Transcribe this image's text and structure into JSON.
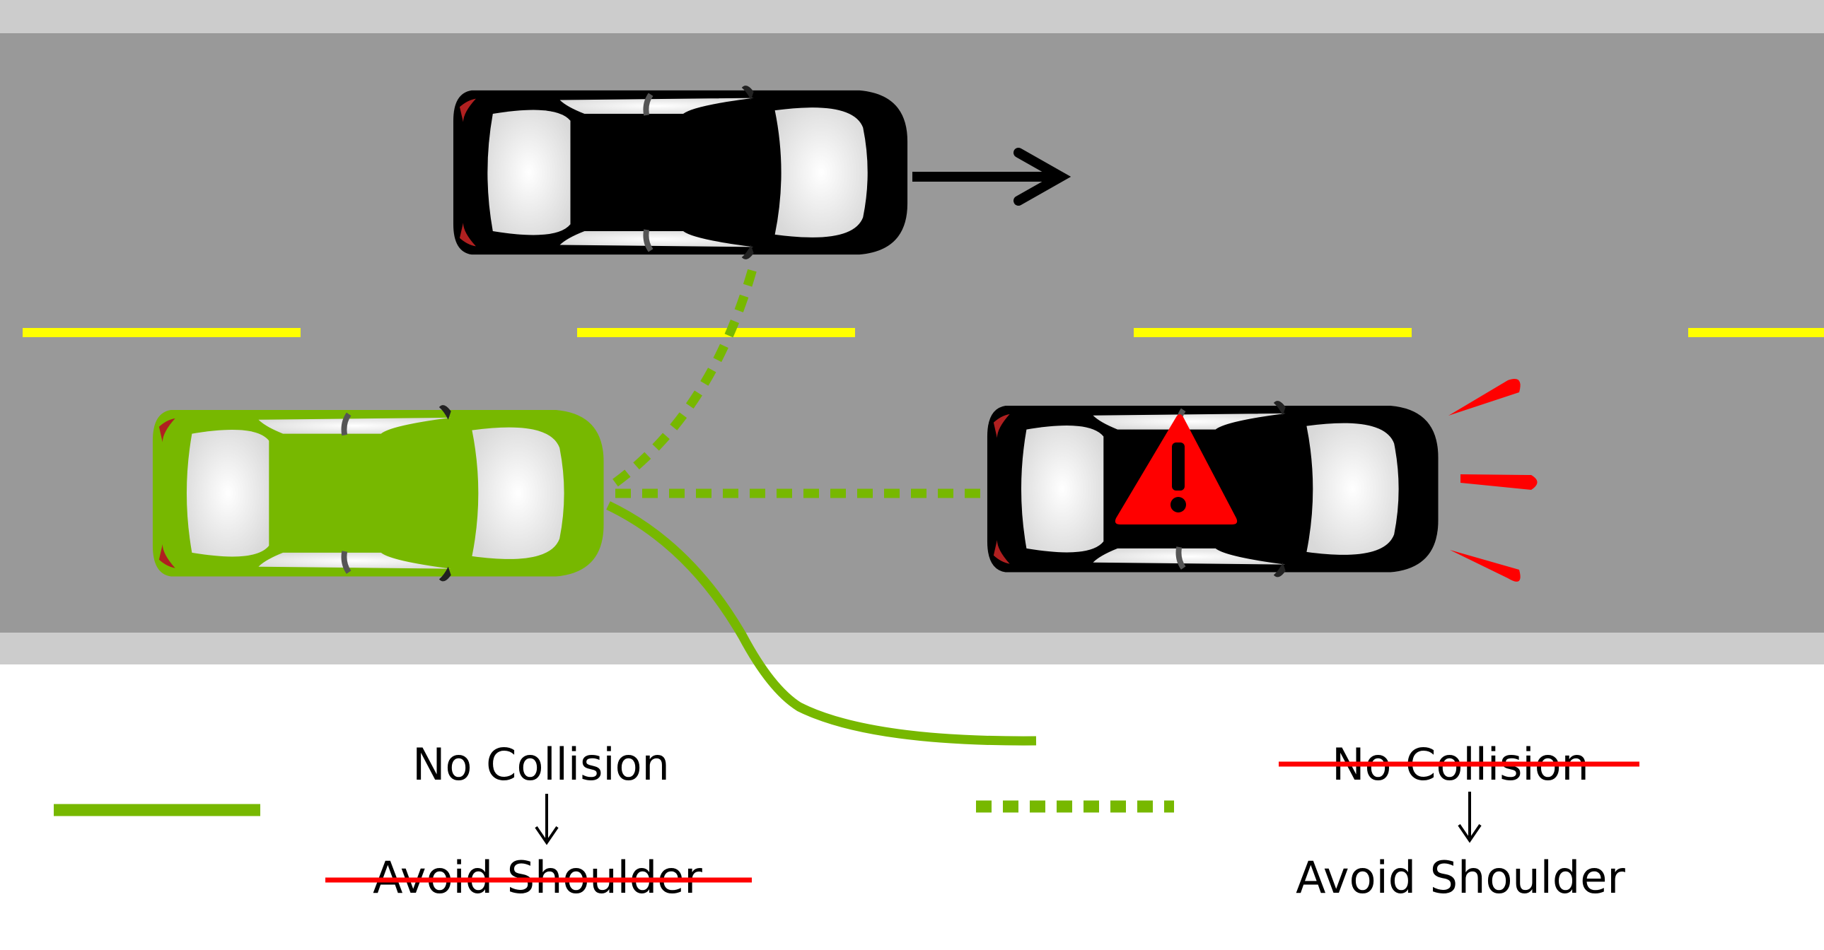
{
  "colors": {
    "road": "#999999",
    "shoulder": "#cccccc",
    "lane_marking": "#ffff00",
    "ego_car": "#77b800",
    "other_car": "#000000",
    "path": "#77b800",
    "warning": "#ff0000",
    "strike": "#ff0000"
  },
  "icons": {
    "moving_arrow": "right-arrow-icon",
    "warning": "warning-triangle-icon",
    "brake_lights": "alert-rays-icon",
    "option_arrow": "down-arrow-icon"
  },
  "legend": {
    "solid_path": {
      "line_style": "solid",
      "top_label": "No Collision",
      "top_struck": false,
      "bottom_label": "Avoid Shoulder",
      "bottom_struck": true
    },
    "dotted_path": {
      "line_style": "dotted",
      "top_label": "No Collision",
      "top_struck": true,
      "bottom_label": "Avoid Shoulder",
      "bottom_struck": false
    }
  }
}
